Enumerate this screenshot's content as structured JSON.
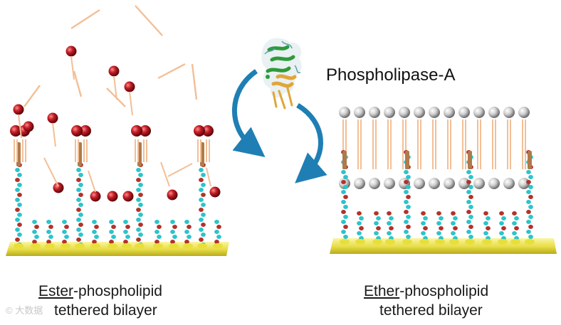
{
  "enzyme_label": "Phospholipase-A",
  "left_caption": {
    "emphasis": "Ester",
    "rest": "-phospholipid",
    "line2": "tethered bilayer"
  },
  "right_caption": {
    "emphasis": "Ether",
    "rest": "-phospholipid",
    "line2": "tethered bilayer"
  },
  "watermark": "© 大数据",
  "colors": {
    "substrate": "#e8e04a",
    "arrow": "#1f7fb4",
    "ester_head": "#b3141d",
    "ether_head": "#d6d6d6",
    "tail": "#f3bf96",
    "tether": "#2bc4cc"
  }
}
